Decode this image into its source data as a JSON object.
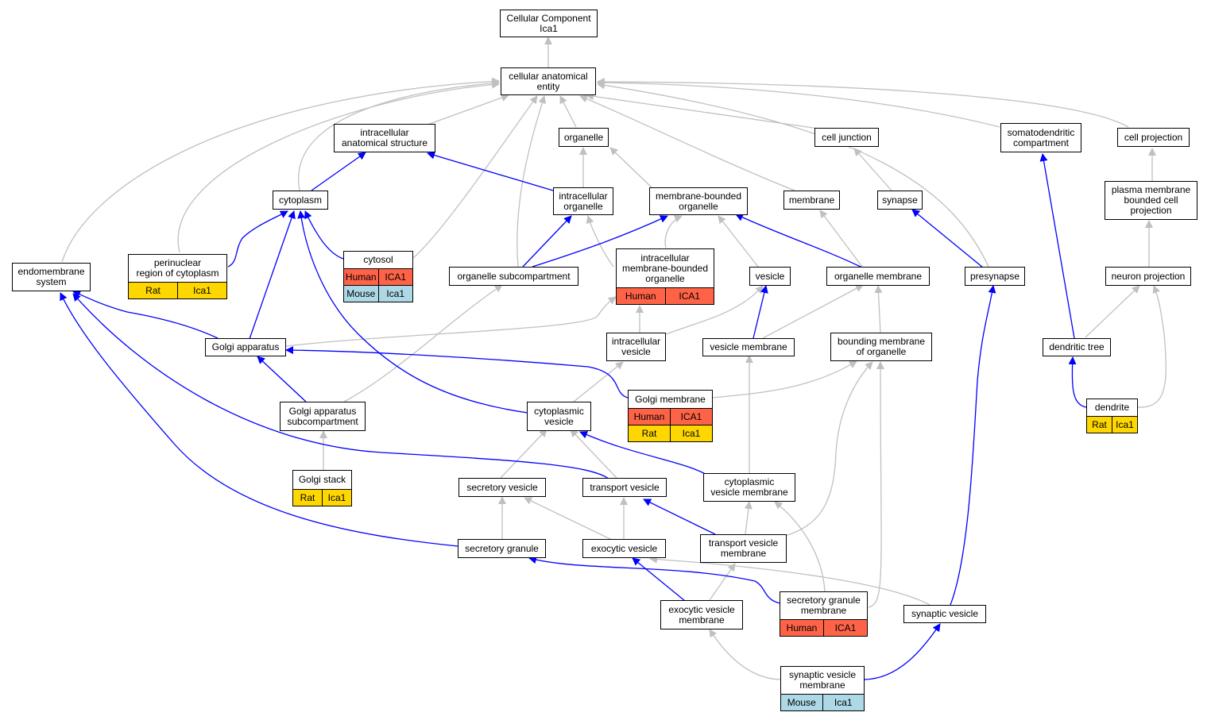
{
  "colors": {
    "blue_edge": "#0000ff",
    "gray_edge": "#c0c0c0",
    "human": "#ff6347",
    "rat": "#ffd700",
    "mouse": "#add8e6"
  },
  "nodes": [
    {
      "id": "root",
      "label": "Cellular Component\nIca1"
    },
    {
      "id": "cae",
      "label": "cellular anatomical\nentity"
    },
    {
      "id": "ias",
      "label": "intracellular\nanatomical structure"
    },
    {
      "id": "organelle",
      "label": "organelle"
    },
    {
      "id": "celljunction",
      "label": "cell junction"
    },
    {
      "id": "somato",
      "label": "somatodendritic\ncompartment"
    },
    {
      "id": "cellproj",
      "label": "cell projection"
    },
    {
      "id": "cytoplasm",
      "label": "cytoplasm"
    },
    {
      "id": "intraorg",
      "label": "intracellular\norganelle"
    },
    {
      "id": "mbo",
      "label": "membrane-bounded\norganelle"
    },
    {
      "id": "membrane",
      "label": "membrane"
    },
    {
      "id": "synapse",
      "label": "synapse"
    },
    {
      "id": "pmbcp",
      "label": "plasma membrane\nbounded cell\nprojection"
    },
    {
      "id": "endomem",
      "label": "endomembrane\nsystem"
    },
    {
      "id": "perinuc",
      "label": "perinuclear\nregion of cytoplasm",
      "rows": [
        [
          {
            "text": "Rat",
            "color": "rat"
          },
          {
            "text": "Ica1",
            "color": "rat"
          }
        ]
      ]
    },
    {
      "id": "cytosol",
      "label": "cytosol",
      "rows": [
        [
          {
            "text": "Human",
            "color": "human"
          },
          {
            "text": "ICA1",
            "color": "human"
          }
        ],
        [
          {
            "text": "Mouse",
            "color": "mouse"
          },
          {
            "text": "Ica1",
            "color": "mouse"
          }
        ]
      ]
    },
    {
      "id": "orgsub",
      "label": "organelle subcompartment"
    },
    {
      "id": "imbo",
      "label": "intracellular\nmembrane-bounded\norganelle",
      "rows": [
        [
          {
            "text": "Human",
            "color": "human"
          },
          {
            "text": "ICA1",
            "color": "human"
          }
        ]
      ]
    },
    {
      "id": "vesicle",
      "label": "vesicle"
    },
    {
      "id": "orgmem",
      "label": "organelle membrane"
    },
    {
      "id": "presyn",
      "label": "presynapse"
    },
    {
      "id": "neuronproj",
      "label": "neuron projection"
    },
    {
      "id": "golgi",
      "label": "Golgi apparatus"
    },
    {
      "id": "intravesicle",
      "label": "intracellular\nvesicle"
    },
    {
      "id": "vesmem",
      "label": "vesicle membrane"
    },
    {
      "id": "boundmem",
      "label": "bounding membrane\nof organelle"
    },
    {
      "id": "dendtree",
      "label": "dendritic tree"
    },
    {
      "id": "golgisub",
      "label": "Golgi apparatus\nsubcompartment"
    },
    {
      "id": "cytovesicle",
      "label": "cytoplasmic\nvesicle"
    },
    {
      "id": "golgimem",
      "label": "Golgi membrane",
      "rows": [
        [
          {
            "text": "Human",
            "color": "human"
          },
          {
            "text": "ICA1",
            "color": "human"
          }
        ],
        [
          {
            "text": "Rat",
            "color": "rat"
          },
          {
            "text": "Ica1",
            "color": "rat"
          }
        ]
      ]
    },
    {
      "id": "dendrite",
      "label": "dendrite",
      "rows": [
        [
          {
            "text": "Rat",
            "color": "rat"
          },
          {
            "text": "Ica1",
            "color": "rat"
          }
        ]
      ]
    },
    {
      "id": "golgistack",
      "label": "Golgi stack",
      "rows": [
        [
          {
            "text": "Rat",
            "color": "rat"
          },
          {
            "text": "Ica1",
            "color": "rat"
          }
        ]
      ]
    },
    {
      "id": "secvesicle",
      "label": "secretory vesicle"
    },
    {
      "id": "transvesicle",
      "label": "transport vesicle"
    },
    {
      "id": "cytovesmem",
      "label": "cytoplasmic\nvesicle membrane"
    },
    {
      "id": "secgranule",
      "label": "secretory granule"
    },
    {
      "id": "exovesicle",
      "label": "exocytic vesicle"
    },
    {
      "id": "transvesmem",
      "label": "transport vesicle\nmembrane"
    },
    {
      "id": "exovesmem",
      "label": "exocytic vesicle\nmembrane"
    },
    {
      "id": "secgranmem",
      "label": "secretory granule\nmembrane",
      "rows": [
        [
          {
            "text": "Human",
            "color": "human"
          },
          {
            "text": "ICA1",
            "color": "human"
          }
        ]
      ]
    },
    {
      "id": "synvesicle",
      "label": "synaptic vesicle"
    },
    {
      "id": "synvesmem",
      "label": "synaptic vesicle\nmembrane",
      "rows": [
        [
          {
            "text": "Mouse",
            "color": "mouse"
          },
          {
            "text": "Ica1",
            "color": "mouse"
          }
        ]
      ]
    }
  ]
}
